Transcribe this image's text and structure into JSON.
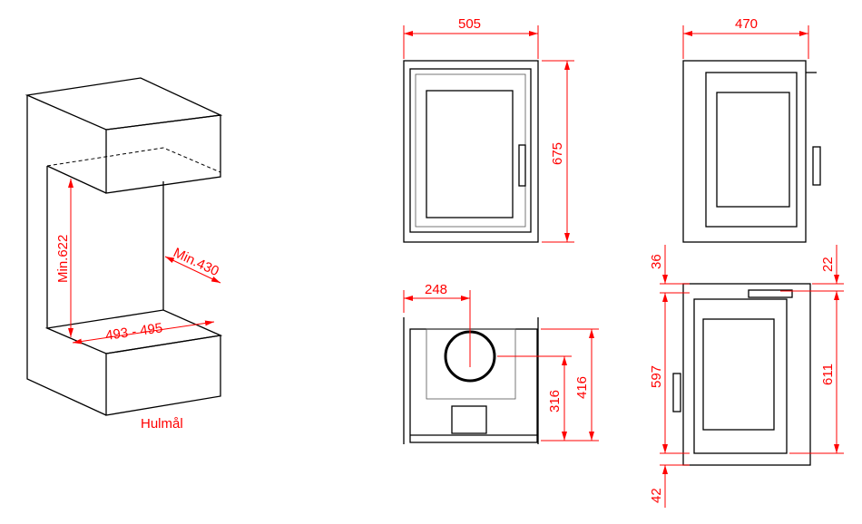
{
  "isometric": {
    "height_label": "Min.622",
    "depth_label": "Min.430",
    "width_label": "493 - 495",
    "caption": "Hulmål"
  },
  "front_view": {
    "width_label": "505",
    "height_label": "675"
  },
  "side_view": {
    "width_label": "470"
  },
  "top_view": {
    "offset_label": "248",
    "flue_height_label": "316",
    "total_height_label": "416"
  },
  "side_section": {
    "top_left_label": "36",
    "door_height_label": "597",
    "bottom_label": "42",
    "top_right_label": "22",
    "inner_height_label": "611"
  },
  "colors": {
    "dimension": "#ff0000",
    "outline": "#000000"
  }
}
